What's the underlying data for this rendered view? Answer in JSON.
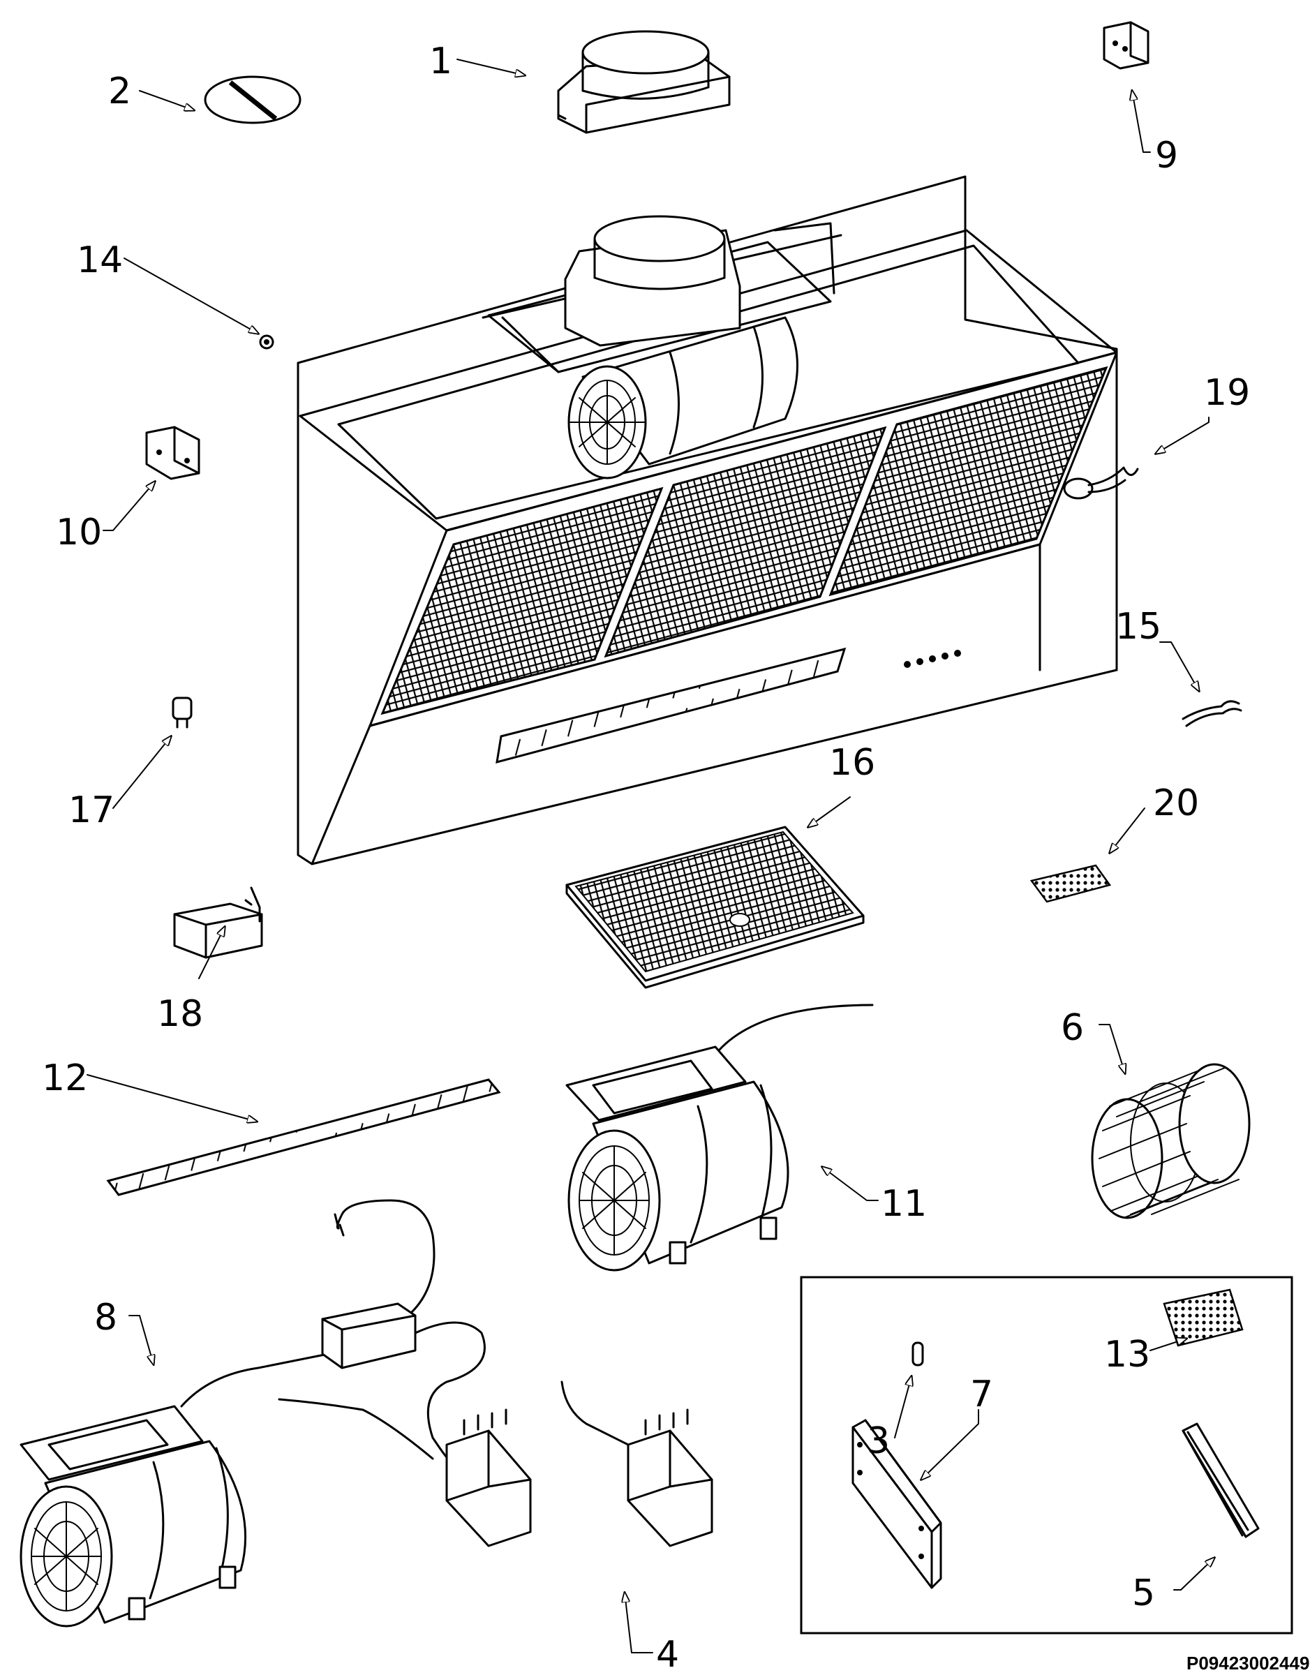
{
  "labels": [
    {
      "id": "1",
      "text": "1"
    },
    {
      "id": "2",
      "text": "2"
    },
    {
      "id": "3",
      "text": "3"
    },
    {
      "id": "4",
      "text": "4"
    },
    {
      "id": "5",
      "text": "5"
    },
    {
      "id": "6",
      "text": "6"
    },
    {
      "id": "7",
      "text": "7"
    },
    {
      "id": "8",
      "text": "8"
    },
    {
      "id": "9",
      "text": "9"
    },
    {
      "id": "10",
      "text": "10"
    },
    {
      "id": "11",
      "text": "11"
    },
    {
      "id": "12",
      "text": "12"
    },
    {
      "id": "13",
      "text": "13"
    },
    {
      "id": "14",
      "text": "14"
    },
    {
      "id": "15",
      "text": "15"
    },
    {
      "id": "16",
      "text": "16"
    },
    {
      "id": "17",
      "text": "17"
    },
    {
      "id": "18",
      "text": "18"
    },
    {
      "id": "19",
      "text": "19"
    },
    {
      "id": "20",
      "text": "20"
    }
  ],
  "drawing_code": "P09423002449"
}
